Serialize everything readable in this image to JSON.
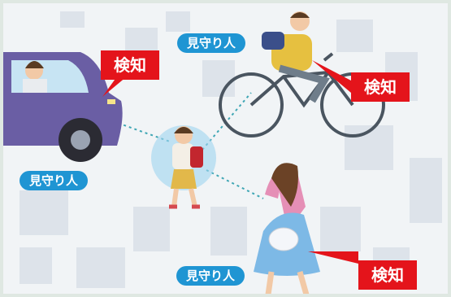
{
  "labels": {
    "watcher_cyclist": "見守り人",
    "watcher_driver": "見守り人",
    "watcher_pedestrian": "見守り人",
    "detect_driver": "検知",
    "detect_cyclist": "検知",
    "detect_pedestrian": "検知"
  },
  "colors": {
    "watcher_badge": "#1f95d3",
    "detect_badge": "#e4141b",
    "car_body": "#6a5ea4",
    "halo": "#9fd3f0"
  }
}
